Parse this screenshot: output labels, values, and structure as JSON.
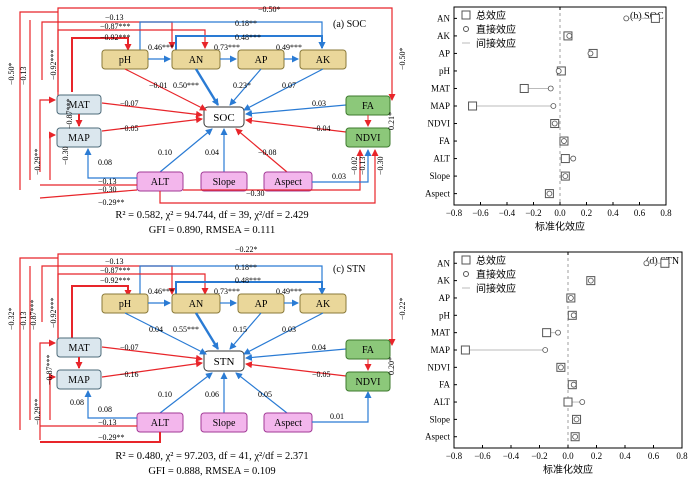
{
  "panel_a": {
    "label": "(a) SOC",
    "center": "SOC",
    "nodes": {
      "ph": "pH",
      "an": "AN",
      "ap": "AP",
      "ak": "AK",
      "mat": "MAT",
      "map": "MAP",
      "alt": "ALT",
      "slope": "Slope",
      "aspect": "Aspect",
      "fa": "FA",
      "ndvi": "NDVI"
    },
    "coefs": {
      "top1": "−0.50*",
      "top2": "−0.13",
      "top3": "0.18**",
      "top4": "−0.87***",
      "top5": "0.48***",
      "top6": "−0.92***",
      "ph_an": "0.46***",
      "an_ap": "0.73***",
      "ap_ak": "0.49***",
      "ph_soc": "−0.01",
      "an_soc": "0.50***",
      "ap_soc": "0.23*",
      "ak_soc": "0.07",
      "mat_soc": "−0.07",
      "map_soc": "−0.05",
      "fa_soc": "0.03",
      "ndvi_soc": "−0.04",
      "fa_ndvi": "0.21*",
      "alt_soc": "0.10",
      "slope_soc": "0.04",
      "aspect_soc": "−0.08",
      "mat_map": "−0.87***",
      "l1": "−0.50*",
      "l2": "−0.13",
      "l3": "−0.92***",
      "l4": "−0.29**",
      "l5": "−0.30",
      "alt_map": "0.08",
      "alt_r1": "0.08",
      "alt_r2": "−0.13",
      "alt_r3": "−0.30",
      "alt_r4": "−0.29**",
      "alt_r5": "−0.30",
      "r1": "−0.50*",
      "asp_ndvi": "0.03",
      "n1": "−0.02",
      "n2": "−0.13",
      "n3": "−0.30"
    },
    "fit1": "R² = 0.582, χ² = 94.744, df = 39, χ²/df = 2.429",
    "fit2": "GFI = 0.890, RMSEA = 0.111"
  },
  "panel_c": {
    "label": "(c) STN",
    "center": "STN",
    "nodes": {
      "ph": "pH",
      "an": "AN",
      "ap": "AP",
      "ak": "AK",
      "mat": "MAT",
      "map": "MAP",
      "alt": "ALT",
      "slope": "Slope",
      "aspect": "Aspect",
      "fa": "FA",
      "ndvi": "NDVI"
    },
    "coefs": {
      "top1": "−0.22*",
      "top2": "−0.13",
      "top3": "0.18**",
      "top4": "−0.87***",
      "top5": "0.48***",
      "top6": "−0.92***",
      "ph_an": "0.46***",
      "an_ap": "0.73***",
      "ap_ak": "0.49***",
      "ph_stn": "0.04",
      "an_stn": "0.55***",
      "ap_stn": "0.15",
      "ak_stn": "0.03",
      "mat_stn": "−0.07",
      "map_stn": "−0.16",
      "fa_stn": "0.04",
      "ndvi_stn": "−0.05",
      "fa_ndvi": "0.20*",
      "alt_stn": "0.10",
      "slope_stn": "0.06",
      "aspect_stn": "0.05",
      "l1": "−0.32*",
      "l2": "−0.13",
      "l3": "−0.87***",
      "l4": "−0.92***",
      "l5": "−0.29**",
      "mat_map": "−0.87***",
      "alt_map": "0.08",
      "alt_r1": "0.08",
      "alt_r2": "−0.13",
      "alt_r3": "−0.29**",
      "asp_ndvi": "0.01",
      "r1": "−0.22*"
    },
    "fit1": "R² = 0.480, χ² = 97.203, df = 41, χ²/df = 2.371",
    "fit2": "GFI = 0.888, RMSEA = 0.109"
  },
  "legend": {
    "total": "总效应",
    "direct": "直接效应",
    "indirect": "间接效应"
  },
  "xlabel": "标准化效应",
  "chart_data": [
    {
      "type": "scatter",
      "title": "(b) SOC",
      "categories": [
        "AN",
        "AK",
        "AP",
        "pH",
        "MAT",
        "MAP",
        "NDVI",
        "FA",
        "ALT",
        "Slope",
        "Aspect"
      ],
      "series": [
        {
          "name": "总效应",
          "values": [
            0.72,
            0.06,
            0.25,
            0.01,
            -0.27,
            -0.66,
            -0.04,
            0.03,
            0.04,
            0.04,
            -0.08
          ]
        },
        {
          "name": "直接效应",
          "values": [
            0.5,
            0.07,
            0.23,
            -0.01,
            -0.07,
            -0.05,
            -0.04,
            0.03,
            0.1,
            0.04,
            -0.08
          ]
        }
      ],
      "xlabel": "标准化效应",
      "xlim": [
        -0.8,
        0.8
      ],
      "xticks": [
        "−0.8",
        "−0.6",
        "−0.4",
        "−0.2",
        "0.0",
        "0.2",
        "0.4",
        "0.6",
        "0.8"
      ]
    },
    {
      "type": "scatter",
      "title": "(d) STN",
      "categories": [
        "AN",
        "AK",
        "AP",
        "pH",
        "MAT",
        "MAP",
        "NDVI",
        "FA",
        "ALT",
        "Slope",
        "Aspect"
      ],
      "series": [
        {
          "name": "总效应",
          "values": [
            0.68,
            0.16,
            0.02,
            0.03,
            -0.15,
            -0.72,
            -0.05,
            0.03,
            0.0,
            0.06,
            0.05
          ]
        },
        {
          "name": "直接效应",
          "values": [
            0.55,
            0.16,
            0.02,
            0.04,
            -0.07,
            -0.16,
            -0.05,
            0.04,
            0.1,
            0.06,
            0.05
          ]
        }
      ],
      "xlabel": "标准化效应",
      "xlim": [
        -0.8,
        0.8
      ],
      "xticks": [
        "−0.8",
        "−0.6",
        "−0.4",
        "−0.2",
        "0.0",
        "0.2",
        "0.4",
        "0.6",
        "0.8"
      ]
    }
  ]
}
